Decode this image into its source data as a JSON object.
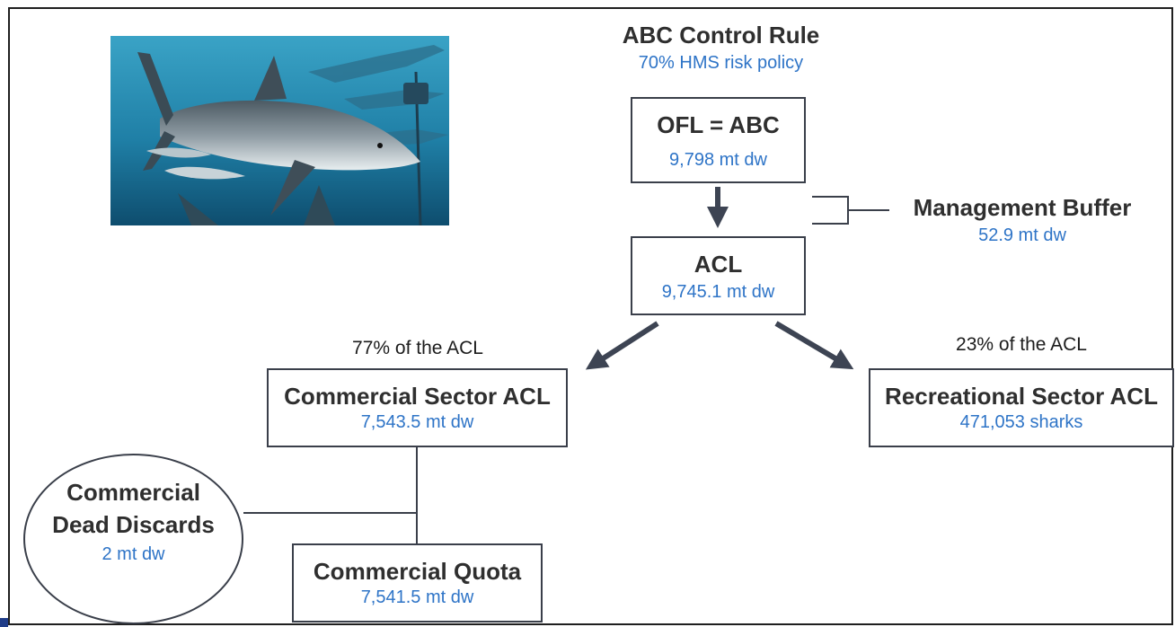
{
  "control_rule": {
    "title": "ABC Control Rule",
    "subtitle": "70% HMS risk policy"
  },
  "ofl_box": {
    "title": "OFL = ABC",
    "value": "9,798 mt dw"
  },
  "buffer": {
    "title": "Management Buffer",
    "value": "52.9 mt dw"
  },
  "acl_box": {
    "title": "ACL",
    "value": "9,745.1 mt dw"
  },
  "commercial_share": "77% of the ACL",
  "recreational_share": "23% of the ACL",
  "commercial_box": {
    "title": "Commercial Sector ACL",
    "value": "7,543.5 mt dw"
  },
  "recreational_box": {
    "title": "Recreational Sector ACL",
    "value": "471,053 sharks"
  },
  "discards": {
    "line1": "Commercial",
    "line2": "Dead Discards",
    "value": "2 mt dw"
  },
  "quota_box": {
    "title": "Commercial Quota",
    "value": "7,541.5 mt dw"
  },
  "colors": {
    "value_text": "#2e74c7",
    "box_border": "#3a3f4a",
    "arrow": "#3d4453",
    "water_top": "#2a93b8",
    "water_bottom": "#0e4d6e"
  }
}
